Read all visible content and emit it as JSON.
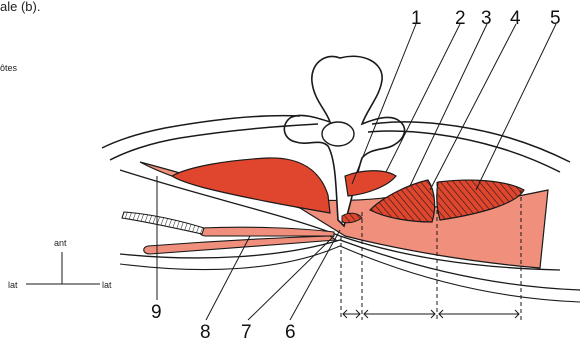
{
  "caption": {
    "line1": "ale (b).",
    "line2": "ôtes"
  },
  "orientation": {
    "up": "ant",
    "left": "lat",
    "right": "lat"
  },
  "labels": [
    "1",
    "2",
    "3",
    "4",
    "5",
    "6",
    "7",
    "8",
    "9"
  ],
  "colors": {
    "muscle_dark": "#e0452e",
    "muscle_light": "#ef8f7c",
    "muscle_mid": "#e56a55",
    "outline": "#1a1a1a",
    "bone": "#ffffff"
  }
}
